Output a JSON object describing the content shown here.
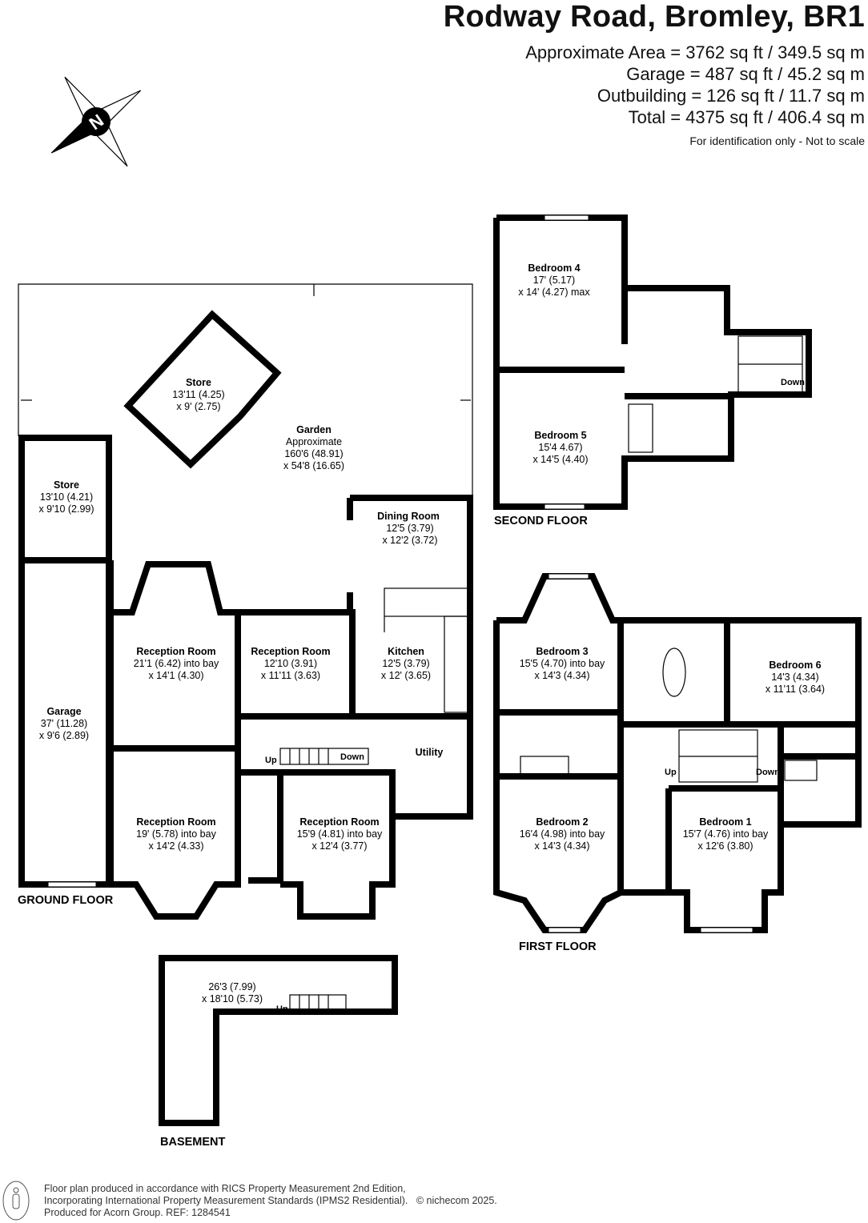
{
  "header": {
    "title": "Rodway Road, Bromley, BR1",
    "areas": [
      "Approximate Area = 3762 sq ft / 349.5 sq m",
      "Garage = 487 sq ft / 45.2 sq m",
      "Outbuilding = 126 sq ft / 11.7 sq m",
      "Total = 4375 sq ft / 406.4 sq m"
    ],
    "note": "For identification only - Not to scale"
  },
  "compass": {
    "label": "N"
  },
  "floors": {
    "ground": "GROUND FLOOR",
    "first": "FIRST FLOOR",
    "second": "SECOND FLOOR",
    "basement": "BASEMENT"
  },
  "rooms": {
    "store_outbuilding": {
      "name": "Store",
      "d1": "13'11 (4.25)",
      "d2": "x 9' (2.75)"
    },
    "garden": {
      "name": "Garden",
      "d0": "Approximate",
      "d1": "160'6 (48.91)",
      "d2": "x 54'8 (16.65)"
    },
    "store": {
      "name": "Store",
      "d1": "13'10 (4.21)",
      "d2": "x 9'10 (2.99)"
    },
    "garage": {
      "name": "Garage",
      "d1": "37' (11.28)",
      "d2": "x 9'6 (2.89)"
    },
    "dining": {
      "name": "Dining Room",
      "d1": "12'5 (3.79)",
      "d2": "x 12'2 (3.72)"
    },
    "reception1": {
      "name": "Reception Room",
      "d1": "21'1 (6.42) into bay",
      "d2": "x 14'1 (4.30)"
    },
    "reception2": {
      "name": "Reception Room",
      "d1": "12'10 (3.91)",
      "d2": "x 11'11 (3.63)"
    },
    "kitchen": {
      "name": "Kitchen",
      "d1": "12'5 (3.79)",
      "d2": "x 12' (3.65)"
    },
    "utility": {
      "name": "Utility"
    },
    "reception3": {
      "name": "Reception Room",
      "d1": "19' (5.78) into bay",
      "d2": "x 14'2 (4.33)"
    },
    "reception4": {
      "name": "Reception Room",
      "d1": "15'9 (4.81) into bay",
      "d2": "x 12'4 (3.77)"
    },
    "bedroom4": {
      "name": "Bedroom 4",
      "d1": "17' (5.17)",
      "d2": "x 14' (4.27) max"
    },
    "bedroom5": {
      "name": "Bedroom 5",
      "d1": "15'4 4.67)",
      "d2": "x 14'5 (4.40)"
    },
    "bedroom3": {
      "name": "Bedroom 3",
      "d1": "15'5 (4.70) into bay",
      "d2": "x 14'3 (4.34)"
    },
    "bedroom6": {
      "name": "Bedroom 6",
      "d1": "14'3 (4.34)",
      "d2": "x 11'11 (3.64)"
    },
    "bedroom2": {
      "name": "Bedroom 2",
      "d1": "16'4 (4.98) into bay",
      "d2": "x 14'3 (4.34)"
    },
    "bedroom1": {
      "name": "Bedroom 1",
      "d1": "15'7 (4.76) into bay",
      "d2": "x 12'6 (3.80)"
    },
    "basement": {
      "d1": "26'3 (7.99)",
      "d2": "x 18'10 (5.73)"
    }
  },
  "stairs": {
    "up": "Up",
    "down": "Down"
  },
  "footer": {
    "lines": [
      "Floor plan produced in accordance with RICS Property Measurement 2nd Edition,",
      "Incorporating International Property Measurement Standards (IPMS2 Residential).",
      "Produced for Acorn Group.   REF: 1284541"
    ],
    "copyright": "© nichecom 2025."
  }
}
